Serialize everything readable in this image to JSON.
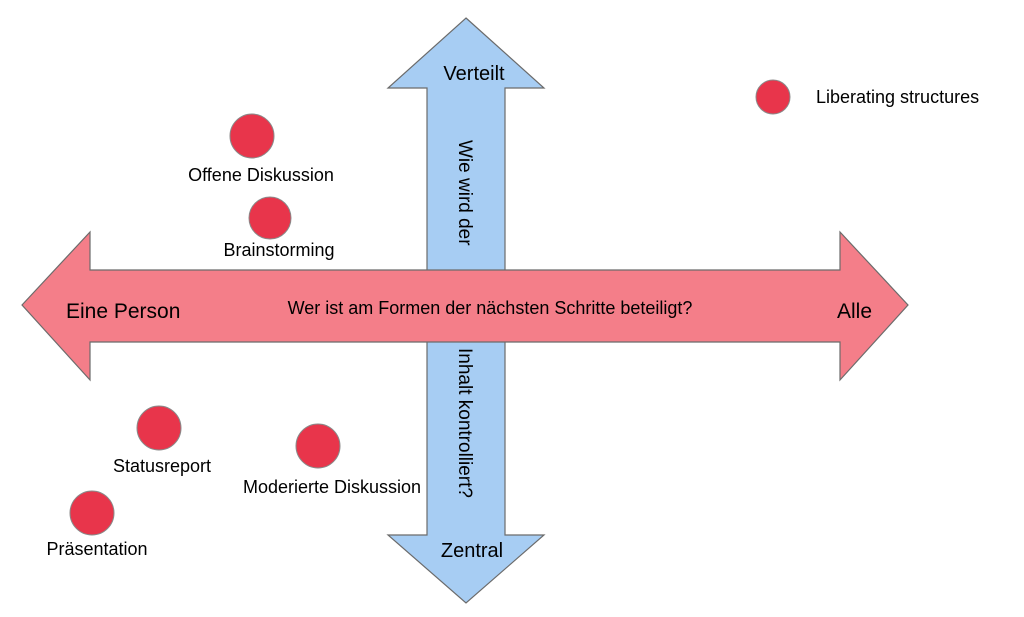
{
  "horizontal_axis": {
    "question": "Wer ist am Formen der nächsten Schritte beteiligt?",
    "left_label": "Eine Person",
    "right_label": "Alle",
    "fill": "#f47e89",
    "stroke": "#6b6b6b"
  },
  "vertical_axis": {
    "question_top": "Wie wird der",
    "question_bottom": "Inhalt kontrolliert?",
    "top_label": "Verteilt",
    "bottom_label": "Zentral",
    "fill": "#a7cdf3",
    "stroke": "#6b6b6b"
  },
  "legend": {
    "label": "Liberating structures",
    "color": "#e8354b"
  },
  "items": [
    {
      "label": "Offene Diskussion",
      "color": "#e8354b"
    },
    {
      "label": "Brainstorming",
      "color": "#e8354b"
    },
    {
      "label": "Statusreport",
      "color": "#e8354b"
    },
    {
      "label": "Moderierte Diskussion",
      "color": "#e8354b"
    },
    {
      "label": "Präsentation",
      "color": "#e8354b"
    }
  ]
}
